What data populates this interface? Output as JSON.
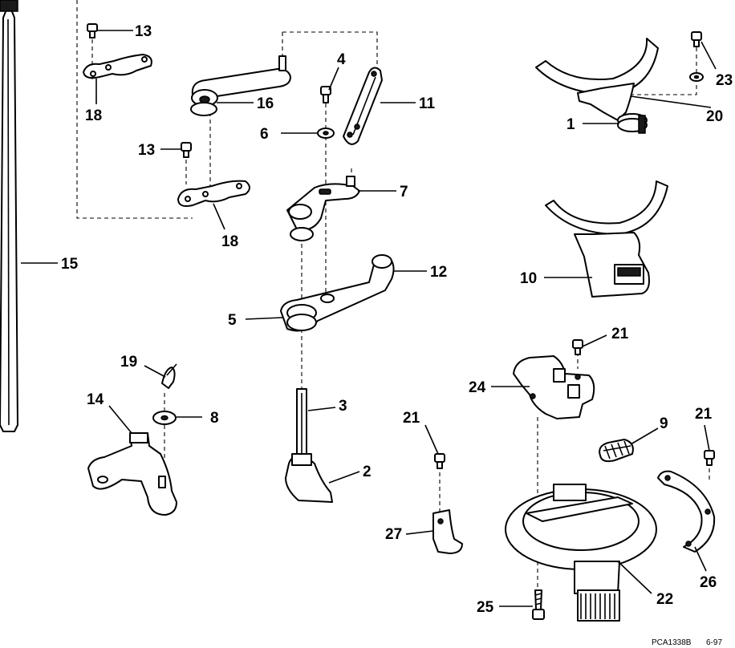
{
  "diagram": {
    "figure_code": "PCA1338B",
    "figure_date": "6-97",
    "callouts": {
      "c1": "1",
      "c2": "2",
      "c3": "3",
      "c4": "4",
      "c5": "5",
      "c6": "6",
      "c7": "7",
      "c8": "8",
      "c9": "9",
      "c10": "10",
      "c11": "11",
      "c12": "12",
      "c13a": "13",
      "c13b": "13",
      "c14": "14",
      "c15": "15",
      "c16": "16",
      "c18a": "18",
      "c18b": "18",
      "c19": "19",
      "c20": "20",
      "c21a": "21",
      "c21b": "21",
      "c21c": "21",
      "c22": "22",
      "c23": "23",
      "c24": "24",
      "c25": "25",
      "c26": "26",
      "c27": "27"
    }
  }
}
